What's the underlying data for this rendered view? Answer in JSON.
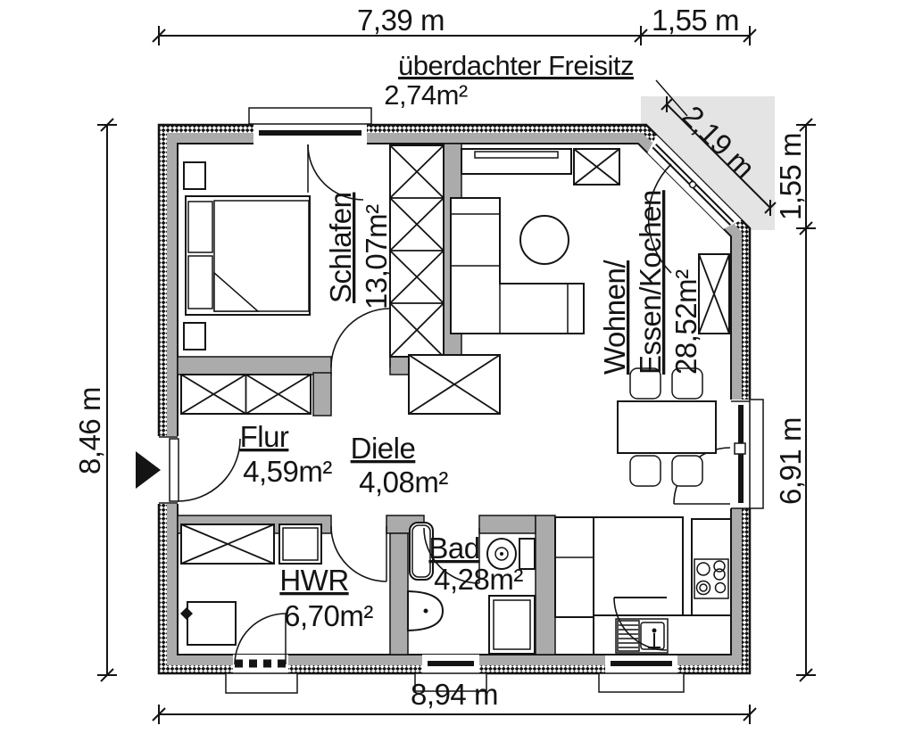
{
  "dimensions": {
    "top_width_main": "7,39 m",
    "top_width_corner": "1,55 m",
    "corner_diagonal": "2,19 m",
    "right_height_upper": "1,55 m",
    "right_height_lower": "6,91 m",
    "left_height": "8,46 m",
    "bottom_width": "8,94 m"
  },
  "freisitz": {
    "label": "überdachter Freisitz",
    "area": "2,74m²"
  },
  "rooms": {
    "schlafen": {
      "name": "Schlafen",
      "area": "13,07m²"
    },
    "wohnen_essen_kochen": {
      "name_line1": "Wohnen/",
      "name_line2": "Essen/Kochen",
      "area": "28,52m²"
    },
    "flur": {
      "name": "Flur",
      "area": "4,59m²"
    },
    "diele": {
      "name": "Diele",
      "area": "4,08m²"
    },
    "hwr": {
      "name": "HWR",
      "area": "6,70m²"
    },
    "bad": {
      "name": "Bad",
      "area": "4,28m²"
    }
  },
  "colors": {
    "wall_fill": "#ababab",
    "freisitz_fill": "#e4e4e4",
    "line": "#141414"
  }
}
